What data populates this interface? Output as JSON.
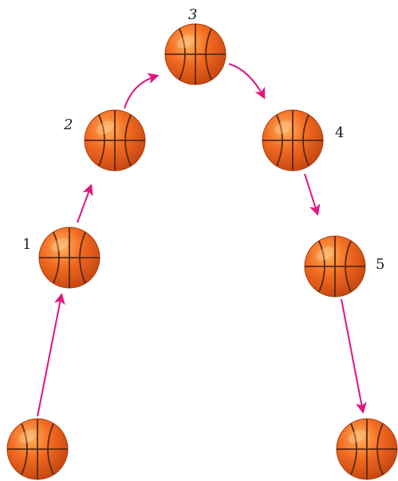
{
  "diagram": {
    "labels": {
      "p1": "1",
      "p2": "2",
      "p3": "3",
      "p4": "4",
      "p5": "5"
    },
    "balls": [
      "ball-start",
      "ball-1",
      "ball-2",
      "ball-3",
      "ball-4",
      "ball-5",
      "ball-end"
    ],
    "colors": {
      "arrow": "#e0157f",
      "ball_light": "#ff9a3c",
      "ball_mid": "#f0641e",
      "ball_dark": "#b83a0c",
      "seam": "#5a2a10"
    }
  }
}
